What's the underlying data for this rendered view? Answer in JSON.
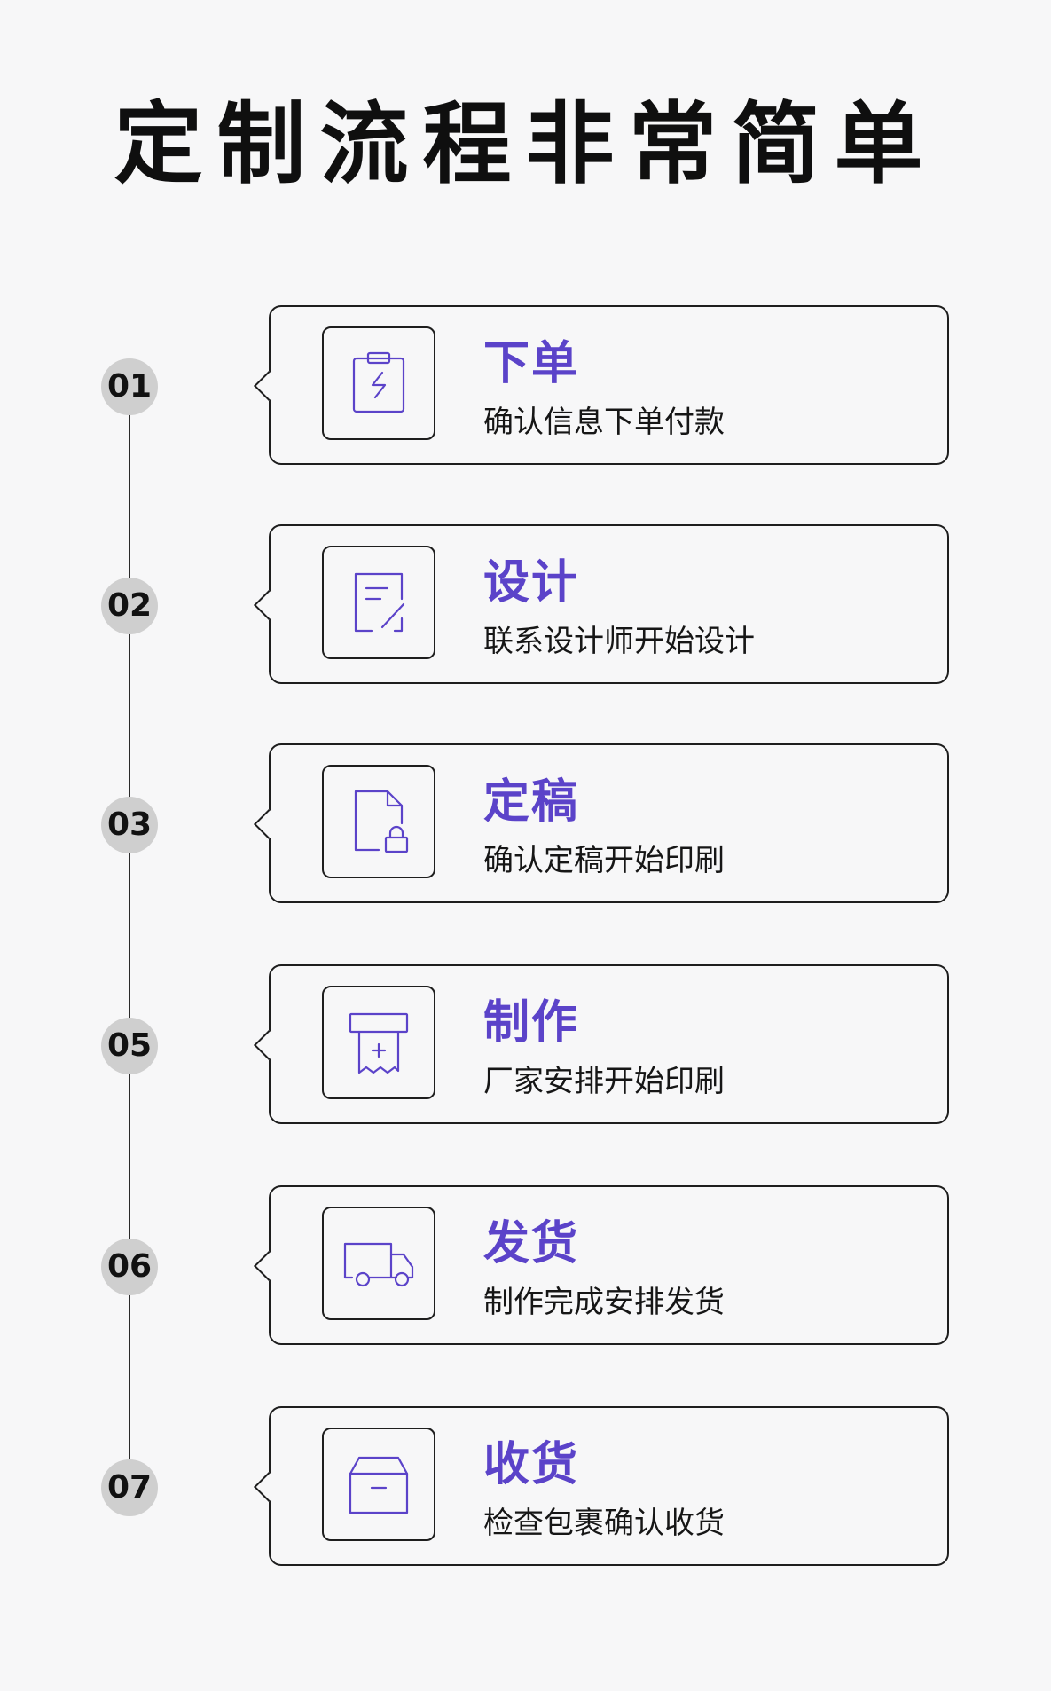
{
  "title": "定制流程非常简单",
  "accent_color": "#5b43c9",
  "steps": [
    {
      "num": "01",
      "title": "下单",
      "desc": "确认信息下单付款",
      "icon": "clipboard-lightning-icon"
    },
    {
      "num": "02",
      "title": "设计",
      "desc": "联系设计师开始设计",
      "icon": "document-edit-icon"
    },
    {
      "num": "03",
      "title": "定稿",
      "desc": "确认定稿开始印刷",
      "icon": "document-lock-icon"
    },
    {
      "num": "05",
      "title": "制作",
      "desc": "厂家安排开始印刷",
      "icon": "print-receipt-icon"
    },
    {
      "num": "06",
      "title": "发货",
      "desc": "制作完成安排发货",
      "icon": "truck-icon"
    },
    {
      "num": "07",
      "title": "收货",
      "desc": "检查包裹确认收货",
      "icon": "package-box-icon"
    }
  ]
}
